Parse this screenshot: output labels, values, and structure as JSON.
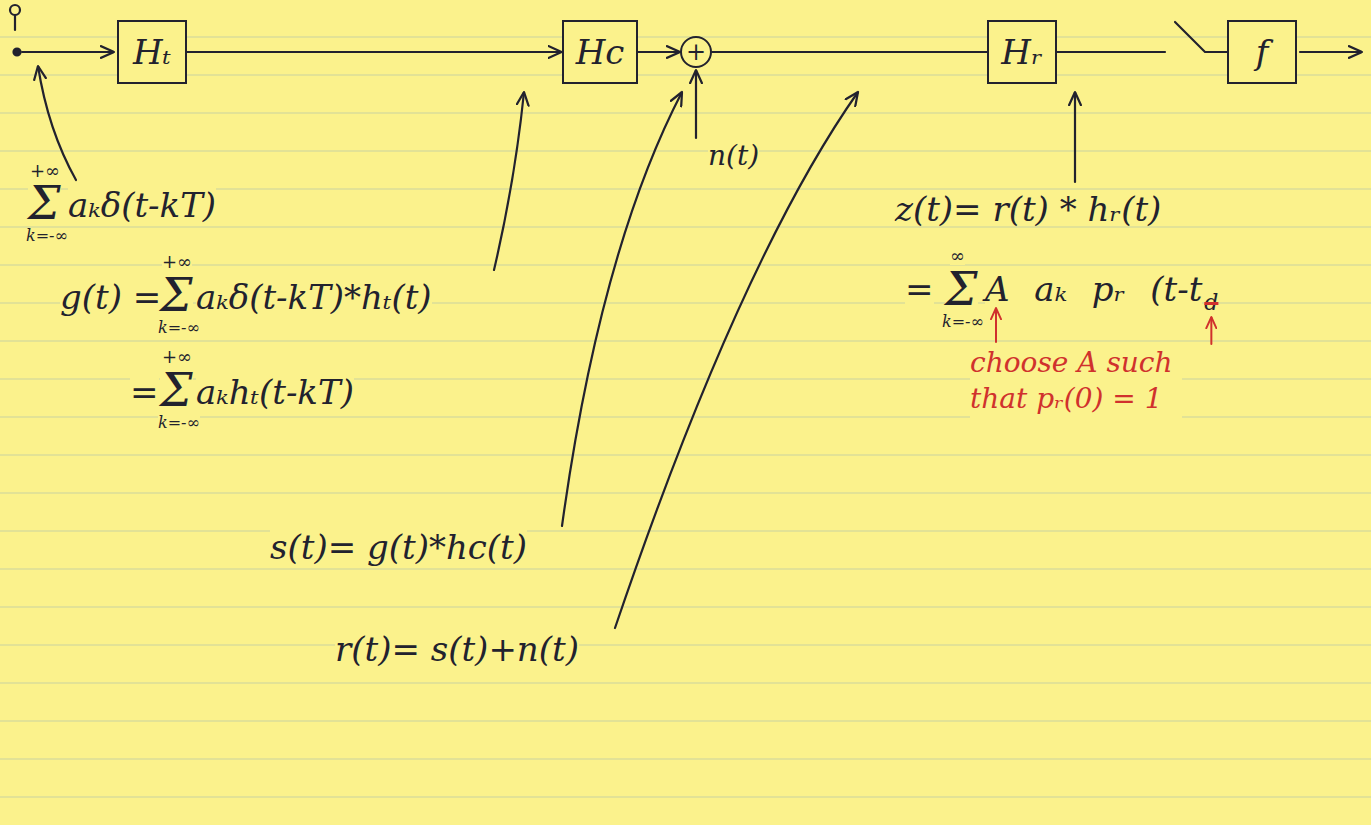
{
  "diagram": {
    "nodes": [
      {
        "text": [
          "Hₜ"
        ]
      },
      {
        "text": [
          "Hc"
        ]
      },
      {
        "text": [
          "+"
        ]
      },
      {
        "text": [
          "Hᵣ"
        ]
      },
      {
        "text": [
          "f"
        ]
      }
    ],
    "edges": [
      {
        "from": 0,
        "to": 1,
        "arrow": "to"
      },
      {
        "from": 1,
        "to": 2,
        "arrow": "to"
      },
      {
        "from": 2,
        "to": 3,
        "arrow": "none"
      },
      {
        "from": 3,
        "to": 4,
        "arrow": "none"
      }
    ],
    "labels": [
      "+∞",
      "Σ",
      "aₖδ(t-kT)",
      "k=-∞",
      "g(t) =",
      "+∞",
      "Σ",
      "aₖδ(t-kT)*hₜ(t)",
      "k=-∞",
      "=",
      "+∞",
      "Σ",
      "aₖhₜ(t-kT)",
      "k=-∞",
      "s(t)= g(t)*hc(t)",
      "r(t)= s(t)+n(t)",
      "n(t)",
      "z(t)= r(t) * hᵣ(t)",
      "=",
      "∞",
      "Σ",
      "k=-∞",
      "A aₖ pᵣ (t-t",
      "d",
      "choose A such that pᵣ(0) = 1"
    ]
  }
}
